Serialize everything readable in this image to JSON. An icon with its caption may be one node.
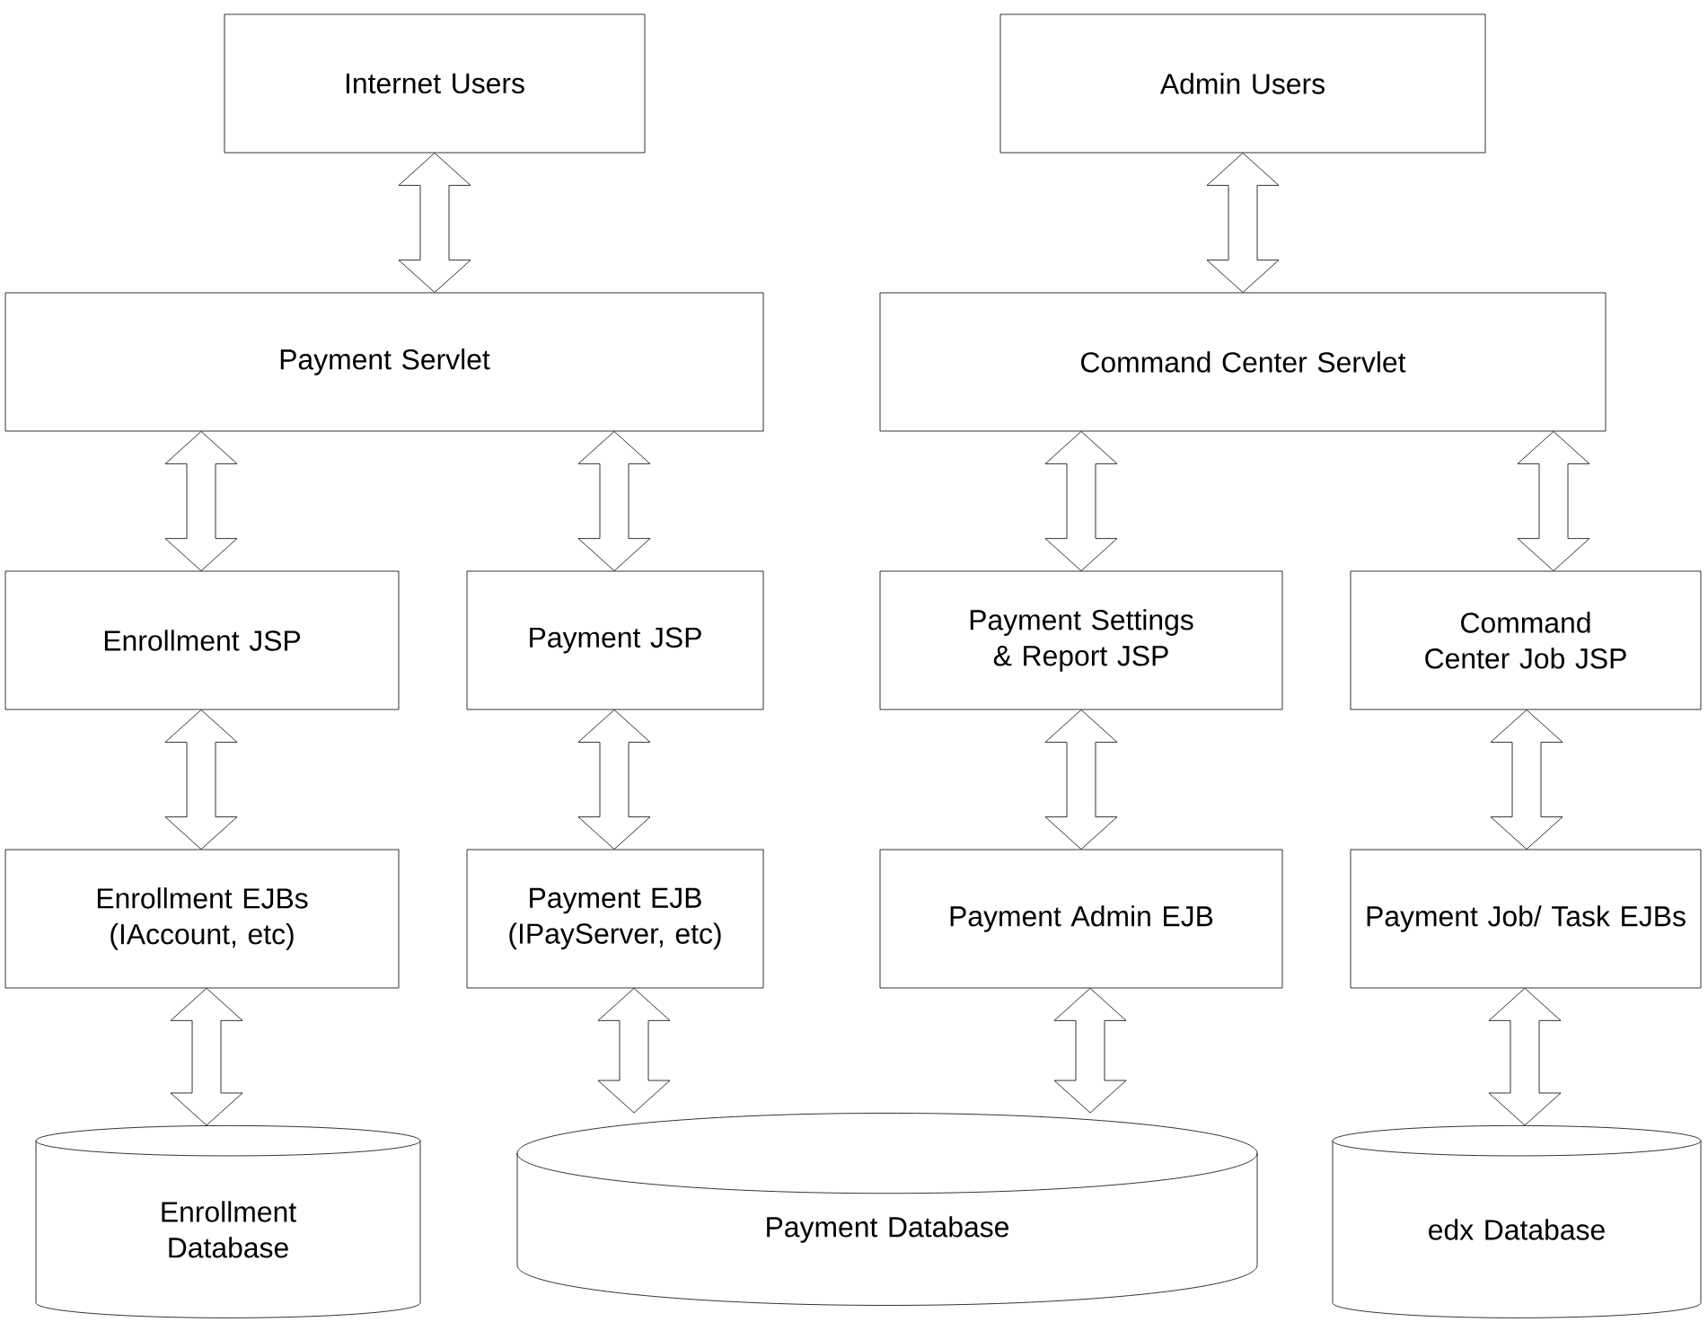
{
  "diagram": {
    "nodes": [
      {
        "text": [
          "Internet Users"
        ]
      },
      {
        "text": [
          "Admin Users"
        ]
      },
      {
        "text": [
          "Payment Servlet"
        ]
      },
      {
        "text": [
          "Command Center Servlet"
        ]
      },
      {
        "text": [
          "Enrollment JSP"
        ]
      },
      {
        "text": [
          "Payment JSP"
        ]
      },
      {
        "text": [
          "Payment Settings & Report JSP"
        ]
      },
      {
        "text": [
          "Command Center Job JSP"
        ]
      },
      {
        "text": [
          "Enrollment EJBs (IAccount, etc)"
        ]
      },
      {
        "text": [
          "Payment EJB (IPayServer, etc)"
        ]
      },
      {
        "text": [
          "Payment Admin EJB"
        ]
      },
      {
        "text": [
          "Payment Job/ Task EJBs"
        ]
      },
      {
        "text": [
          "Enrollment Database"
        ]
      },
      {
        "text": [
          "Payment Database"
        ]
      },
      {
        "text": [
          "edx Database"
        ]
      }
    ],
    "edges": [
      {
        "from": 0,
        "to": 2,
        "arrow": "both"
      },
      {
        "from": 1,
        "to": 3,
        "arrow": "both"
      },
      {
        "from": 2,
        "to": 4,
        "arrow": "both"
      },
      {
        "from": 2,
        "to": 5,
        "arrow": "both"
      },
      {
        "from": 3,
        "to": 6,
        "arrow": "both"
      },
      {
        "from": 3,
        "to": 7,
        "arrow": "both"
      },
      {
        "from": 4,
        "to": 8,
        "arrow": "both"
      },
      {
        "from": 5,
        "to": 9,
        "arrow": "both"
      },
      {
        "from": 6,
        "to": 10,
        "arrow": "both"
      },
      {
        "from": 7,
        "to": 11,
        "arrow": "both"
      },
      {
        "from": 8,
        "to": 12,
        "arrow": "both"
      },
      {
        "from": 9,
        "to": 13,
        "arrow": "both"
      },
      {
        "from": 10,
        "to": 13,
        "arrow": "both"
      },
      {
        "from": 11,
        "to": 14,
        "arrow": "both"
      }
    ]
  }
}
